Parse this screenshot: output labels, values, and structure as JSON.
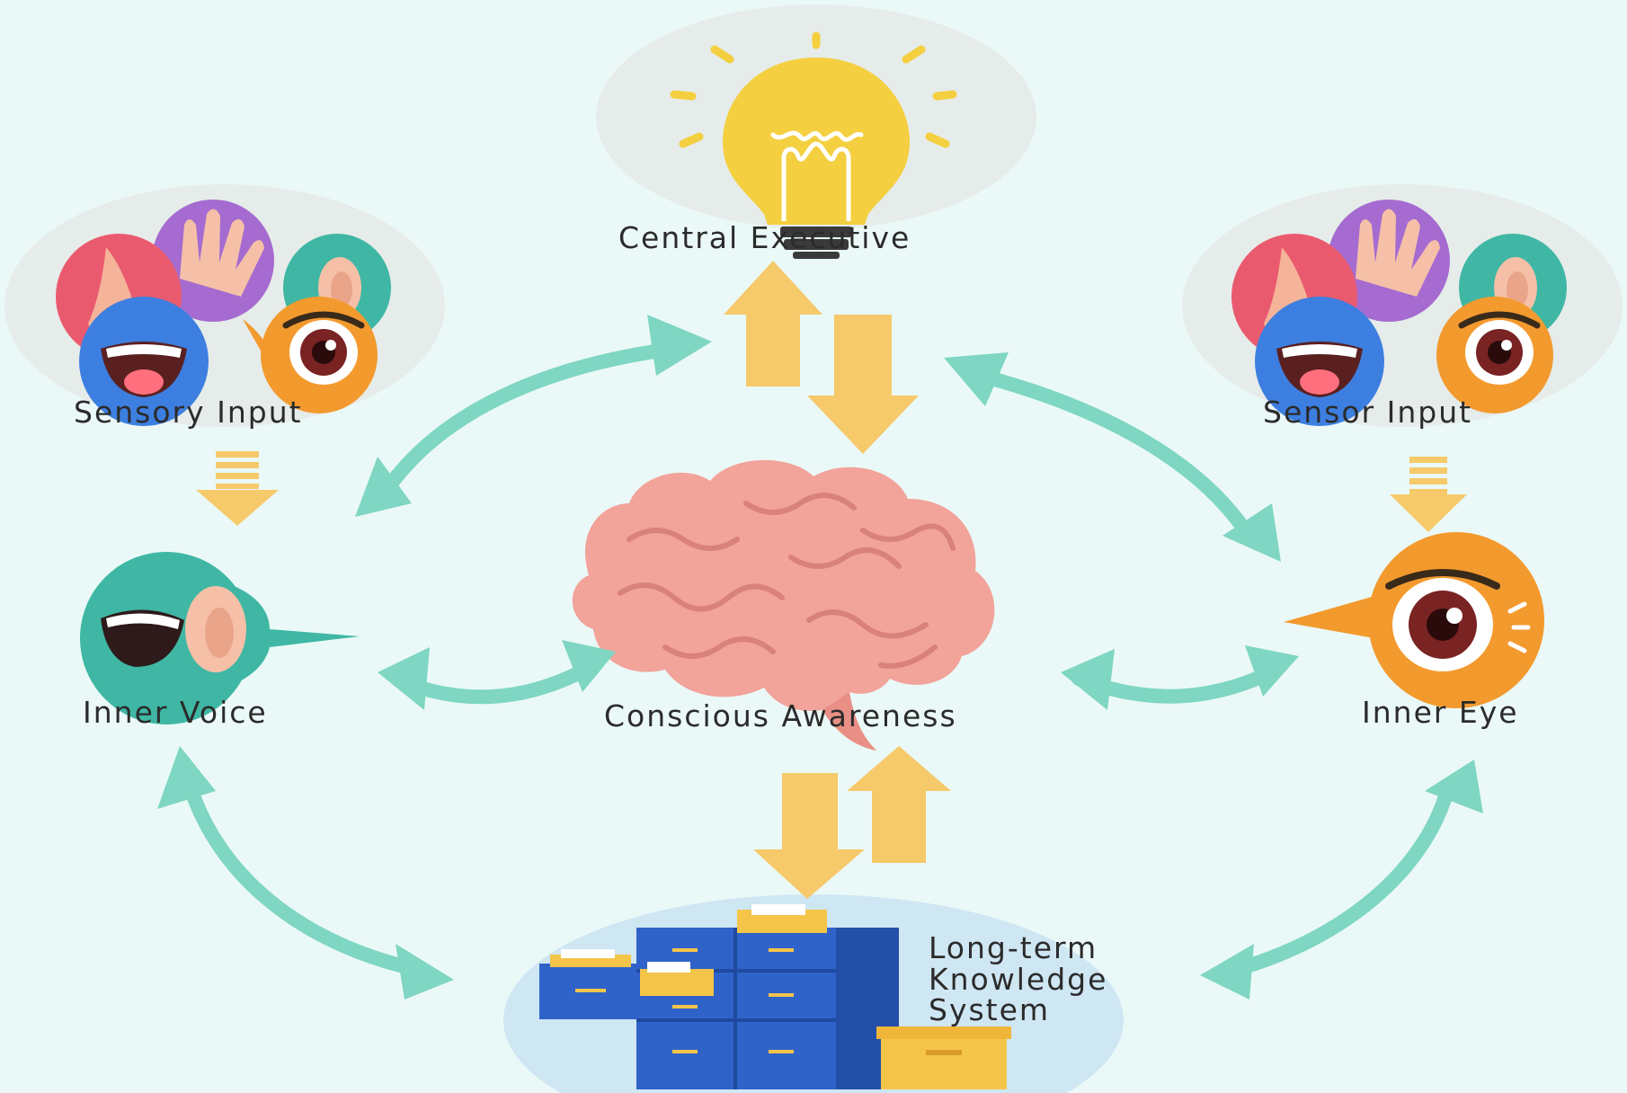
{
  "nodes": {
    "central_executive": {
      "label": "Central Executive",
      "icon": "lightbulb-icon"
    },
    "sensory_input_left": {
      "label": "Sensory Input",
      "icon": "senses-cluster-icon"
    },
    "sensor_input_right": {
      "label": "Sensor Input",
      "icon": "senses-cluster-icon"
    },
    "inner_voice": {
      "label": "Inner Voice",
      "icon": "mouth-ear-bubble-icon"
    },
    "inner_eye": {
      "label": "Inner Eye",
      "icon": "eye-bubble-icon"
    },
    "conscious_awareness": {
      "label": "Conscious Awareness",
      "icon": "brain-icon"
    },
    "long_term": {
      "lines": [
        "Long-term",
        "Knowledge",
        "System"
      ],
      "icon": "filing-cabinet-icon"
    }
  },
  "colors": {
    "background": "#eaf9f7",
    "teal_arrow": "#7fd6c2",
    "yellow_arrow": "#f6c96a",
    "bulb": "#f4cf3f",
    "brain": "#f2a39a",
    "cabinet": "#2f63c9",
    "folder": "#f5c54a",
    "eye_orange": "#f39a2e",
    "senses_red": "#ea5a6e",
    "senses_purple": "#a56bd0",
    "senses_teal": "#3fb7a4",
    "senses_blue": "#3d7fe0"
  }
}
